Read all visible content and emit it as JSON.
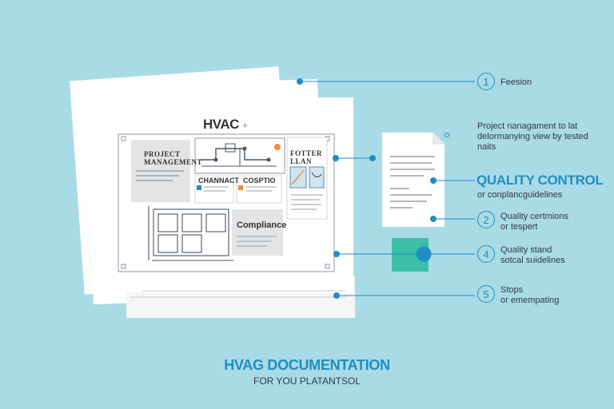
{
  "document": {
    "title": "HVAC",
    "title_mark": "+",
    "panels": {
      "project_management": [
        "PROJECT",
        "MANAGEMENT"
      ],
      "right_panel": [
        "FOTTER",
        "LLAN"
      ],
      "middle_left": "CHANNACT",
      "middle_right": "COSPTIO",
      "compliance": "Compliance"
    }
  },
  "callouts": [
    {
      "id": "1",
      "text": [
        "Feesion"
      ]
    },
    {
      "id": "",
      "text": [
        "Project nanagament to lat",
        "delormanying view by tested",
        "naits"
      ]
    },
    {
      "id": "2",
      "text": [
        "Quality certmions",
        "or tespert"
      ]
    },
    {
      "id": "4",
      "text": [
        "Quality stand",
        "sotcal suidelines"
      ]
    },
    {
      "id": "5",
      "text": [
        "Stops",
        "or emempating"
      ]
    }
  ],
  "quality_control": {
    "title": "QUALITY CONTROL",
    "subtitle": "or conplancguidelines"
  },
  "footer": {
    "title": "HVAG DOCUMENTATION",
    "subtitle": "FOR YOU PLATANTSOL"
  },
  "colors": {
    "background": "#a9dbe6",
    "accent": "#1f8ec4",
    "teal_square": "#3cbfa8",
    "orange": "#f08a3c"
  }
}
